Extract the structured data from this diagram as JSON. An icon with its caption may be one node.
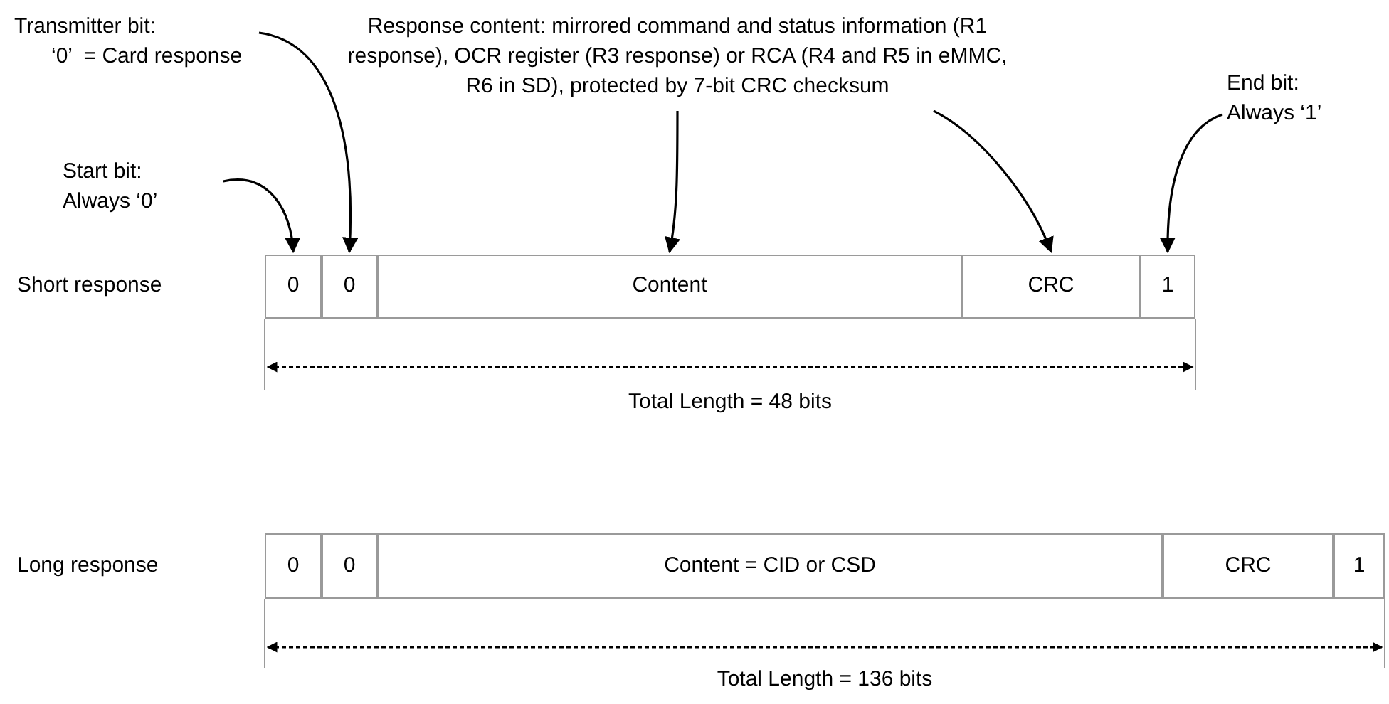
{
  "diagram": {
    "nodes": [
      {
        "text": [
          "Transmitter bit:",
          "‘0’  = Card response"
        ]
      },
      {
        "text": [
          "Start bit:",
          "Always ‘0’"
        ]
      },
      {
        "text": [
          "Response content: mirrored command and status information (R1 response), OCR register (R3 response) or RCA (R4 and R5 in eMMC, R6 in SD), protected by 7-bit CRC checksum"
        ]
      },
      {
        "text": [
          "End bit:",
          "Always ‘1’"
        ]
      },
      {
        "text": [
          "0"
        ]
      },
      {
        "text": [
          "0"
        ]
      },
      {
        "text": [
          "Content"
        ]
      },
      {
        "text": [
          "CRC"
        ]
      },
      {
        "text": [
          "1"
        ]
      },
      {
        "text": [
          "0"
        ]
      },
      {
        "text": [
          "0"
        ]
      },
      {
        "text": [
          "Content = CID or CSD"
        ]
      },
      {
        "text": [
          "CRC"
        ]
      },
      {
        "text": [
          "1"
        ]
      }
    ],
    "edges": [
      {
        "from": 1,
        "to": 4,
        "arrow": "to"
      },
      {
        "from": 0,
        "to": 5,
        "arrow": "to"
      },
      {
        "from": 2,
        "to": 6,
        "arrow": "to"
      },
      {
        "from": 2,
        "to": 7,
        "arrow": "to"
      },
      {
        "from": 3,
        "to": 8,
        "arrow": "to"
      }
    ],
    "labels": [
      "Short response",
      "Total Length = 48 bits",
      "Long response",
      "Total Length = 136 bits"
    ]
  }
}
